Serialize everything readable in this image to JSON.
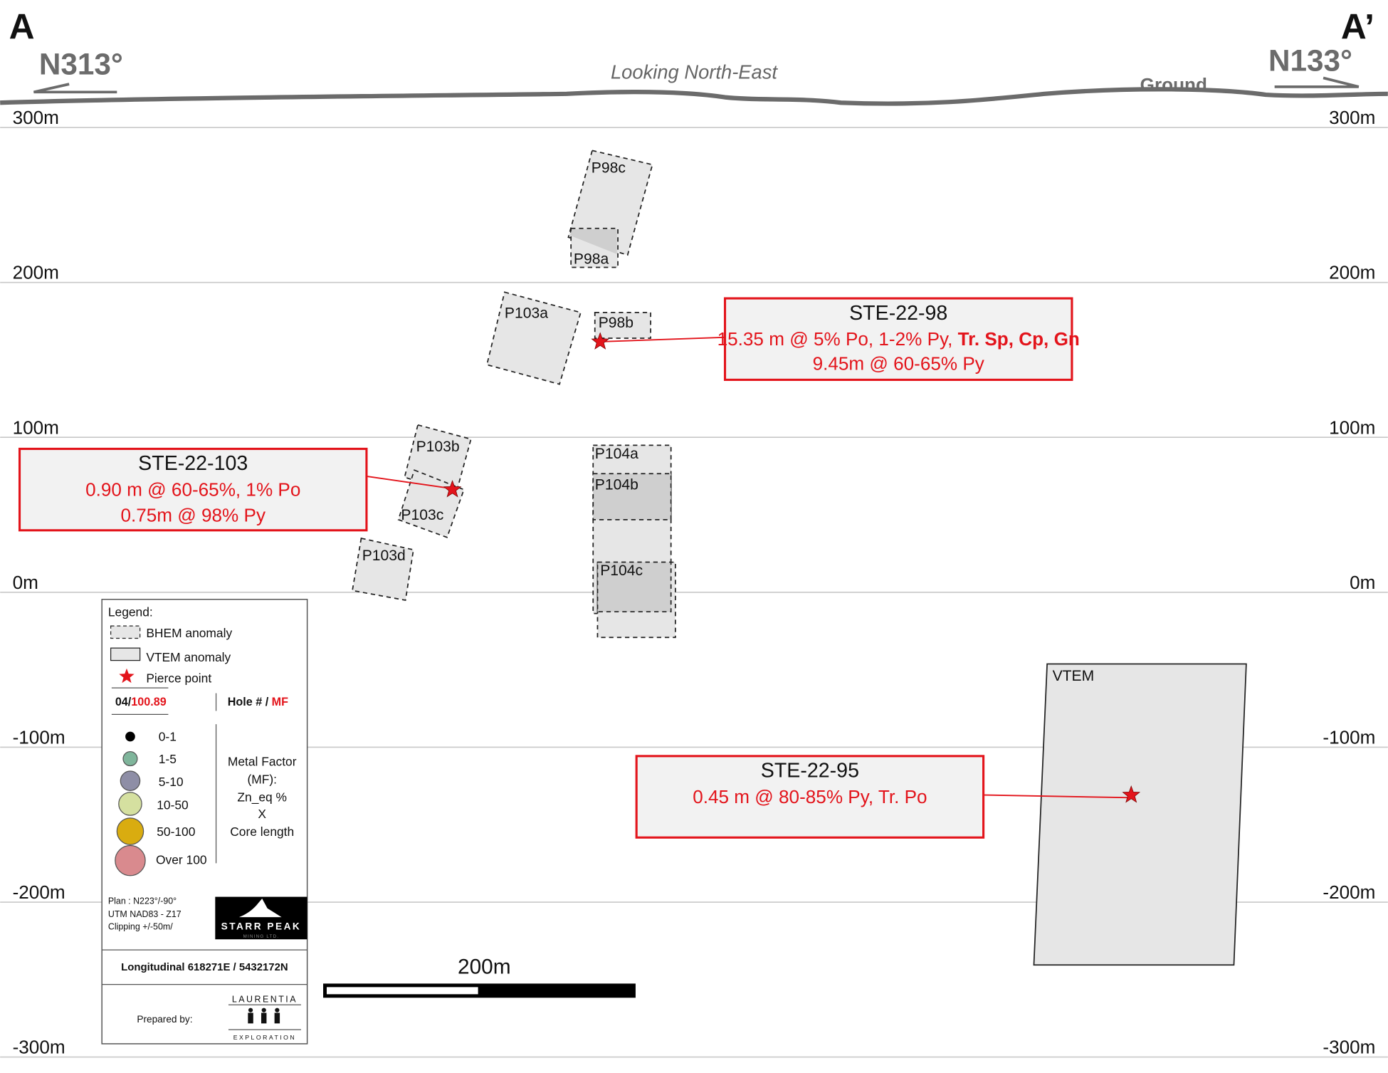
{
  "header": {
    "left_section": "A",
    "right_section": "A’",
    "left_azimuth": "N313°",
    "right_azimuth": "N133°",
    "view_direction": "Looking North-East",
    "ground_label": "Ground"
  },
  "elevation_labels": [
    "300m",
    "200m",
    "100m",
    "0m",
    "-100m",
    "-200m",
    "-300m"
  ],
  "anomalies": {
    "p98c": "P98c",
    "p98a": "P98a",
    "p98b": "P98b",
    "p103a": "P103a",
    "p103b": "P103b",
    "p103c": "P103c",
    "p103d": "P103d",
    "p104a": "P104a",
    "p104b": "P104b",
    "p104c": "P104c",
    "vtem": "VTEM"
  },
  "callouts": {
    "ste98": {
      "title": "STE-22-98",
      "line1_a": "15.35 m @ 5% Po, 1-2% Py, ",
      "line1_b": "Tr. Sp, Cp, Gn",
      "line2": "9.45m @ 60-65% Py"
    },
    "ste103": {
      "title": "STE-22-103",
      "line1": "0.90 m @ 60-65%, 1% Po",
      "line2": "0.75m @ 98% Py"
    },
    "ste95": {
      "title": "STE-22-95",
      "line1": "0.45 m @ 80-85% Py, Tr. Po"
    }
  },
  "legend": {
    "title": "Legend:",
    "bhem": "BHEM anomaly",
    "vtem": "VTEM anomaly",
    "pierce": "Pierce point",
    "example_hole": "04/",
    "example_mf": "100.89",
    "hole_label": "Hole # / ",
    "mf_label": "MF",
    "classes": [
      {
        "label": "0-1",
        "color": "#000000"
      },
      {
        "label": "1-5",
        "color": "#7fb59b"
      },
      {
        "label": "5-10",
        "color": "#8e8ea6"
      },
      {
        "label": "10-50",
        "color": "#d5e0a0"
      },
      {
        "label": "50-100",
        "color": "#d9ac10"
      },
      {
        "label": "Over 100",
        "color": "#d98a8e"
      }
    ],
    "mf_desc": [
      "Metal Factor",
      "(MF):",
      "Zn_eq %",
      "X",
      "Core length"
    ],
    "plan": "Plan : N223°/-90°",
    "utm": "UTM NAD83 - Z17",
    "clipping": "Clipping +/-50m/",
    "company": "STARR PEAK",
    "company_sub": "MINING LTD.",
    "longitudinal": "Longitudinal 618271E / 5432172N",
    "prepared_by": "Prepared by:",
    "preparer": "LAURENTIA",
    "preparer_sub": "EXPLORATION"
  },
  "scale_bar": {
    "label": "200m"
  },
  "colors": {
    "accent": "#e3141b",
    "ground": "#6b6b6b"
  }
}
